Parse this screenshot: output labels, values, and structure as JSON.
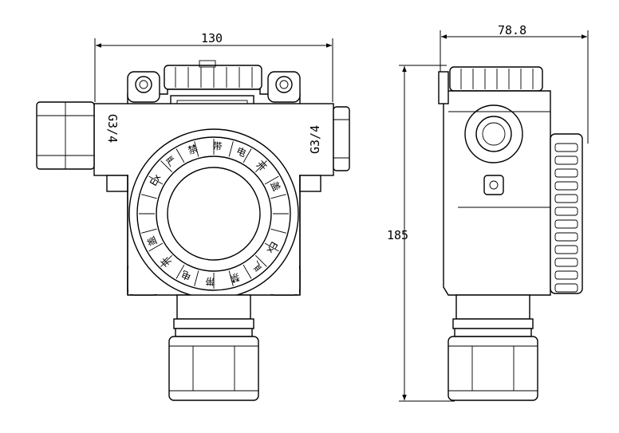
{
  "dimensions": {
    "width_front": "130",
    "depth_side": "78.8",
    "height": "185"
  },
  "thread_labels": {
    "left": "G3/4",
    "right": "G3/4"
  },
  "ring_text": [
    "Ex",
    "严",
    "禁",
    "带",
    "电",
    "开",
    "盖"
  ]
}
